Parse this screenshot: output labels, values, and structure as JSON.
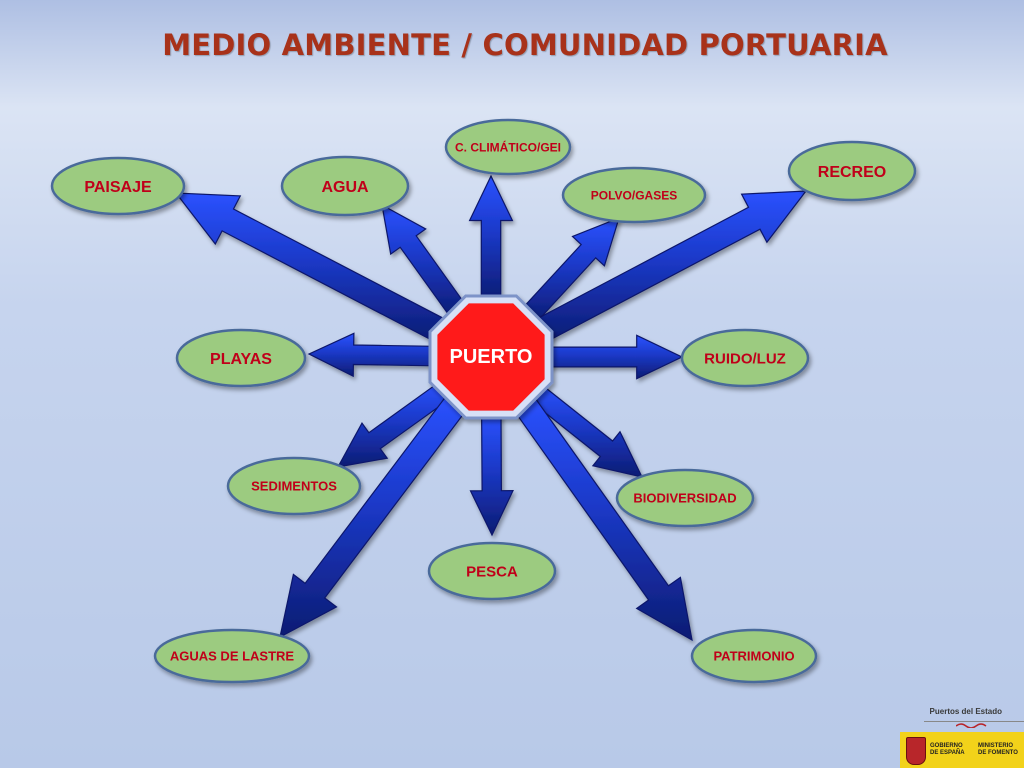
{
  "title": "MEDIO AMBIENTE / COMUNIDAD PORTUARIA",
  "center": {
    "label": "PUERTO",
    "color": "#ff1a1a"
  },
  "nodes": [
    {
      "id": "c-climatico",
      "label": "C. CLIMÁTICO/GEI"
    },
    {
      "id": "polvo-gases",
      "label": "POLVO/GASES"
    },
    {
      "id": "recreo",
      "label": "RECREO"
    },
    {
      "id": "paisaje",
      "label": "PAISAJE"
    },
    {
      "id": "agua",
      "label": "AGUA"
    },
    {
      "id": "playas",
      "label": "PLAYAS"
    },
    {
      "id": "ruido-luz",
      "label": "RUIDO/LUZ"
    },
    {
      "id": "sedimentos",
      "label": "SEDIMENTOS"
    },
    {
      "id": "biodiversidad",
      "label": "BIODIVERSIDAD"
    },
    {
      "id": "pesca",
      "label": "PESCA"
    },
    {
      "id": "aguas-de-lastre",
      "label": "AGUAS DE LASTRE"
    },
    {
      "id": "patrimonio",
      "label": "PATRIMONIO"
    }
  ],
  "colors": {
    "title": "#a8321a",
    "node_fill": "#9ccb80",
    "node_stroke": "#4a6a9a",
    "node_text": "#c0001a",
    "arrow": "#1e3fd0",
    "center_border": "#8aa0d8"
  },
  "logo": {
    "top_text": "Puertos del Estado",
    "gobierno": "GOBIERNO\nDE ESPAÑA",
    "ministerio": "MINISTERIO\nDE FOMENTO"
  }
}
